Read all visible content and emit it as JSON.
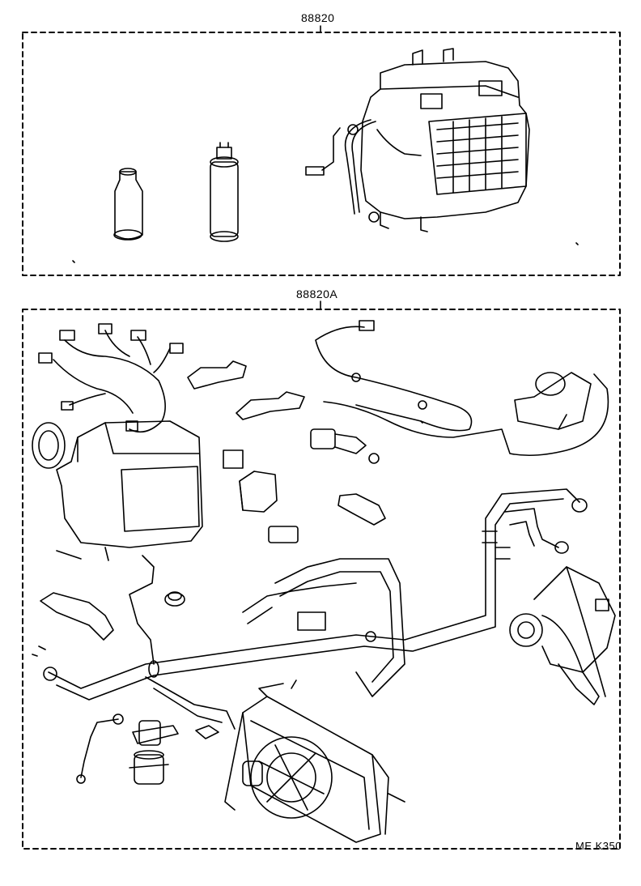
{
  "diagram": {
    "upper_group_label": "88820",
    "lower_group_label": "88820A",
    "page_code": "ME  K350"
  }
}
